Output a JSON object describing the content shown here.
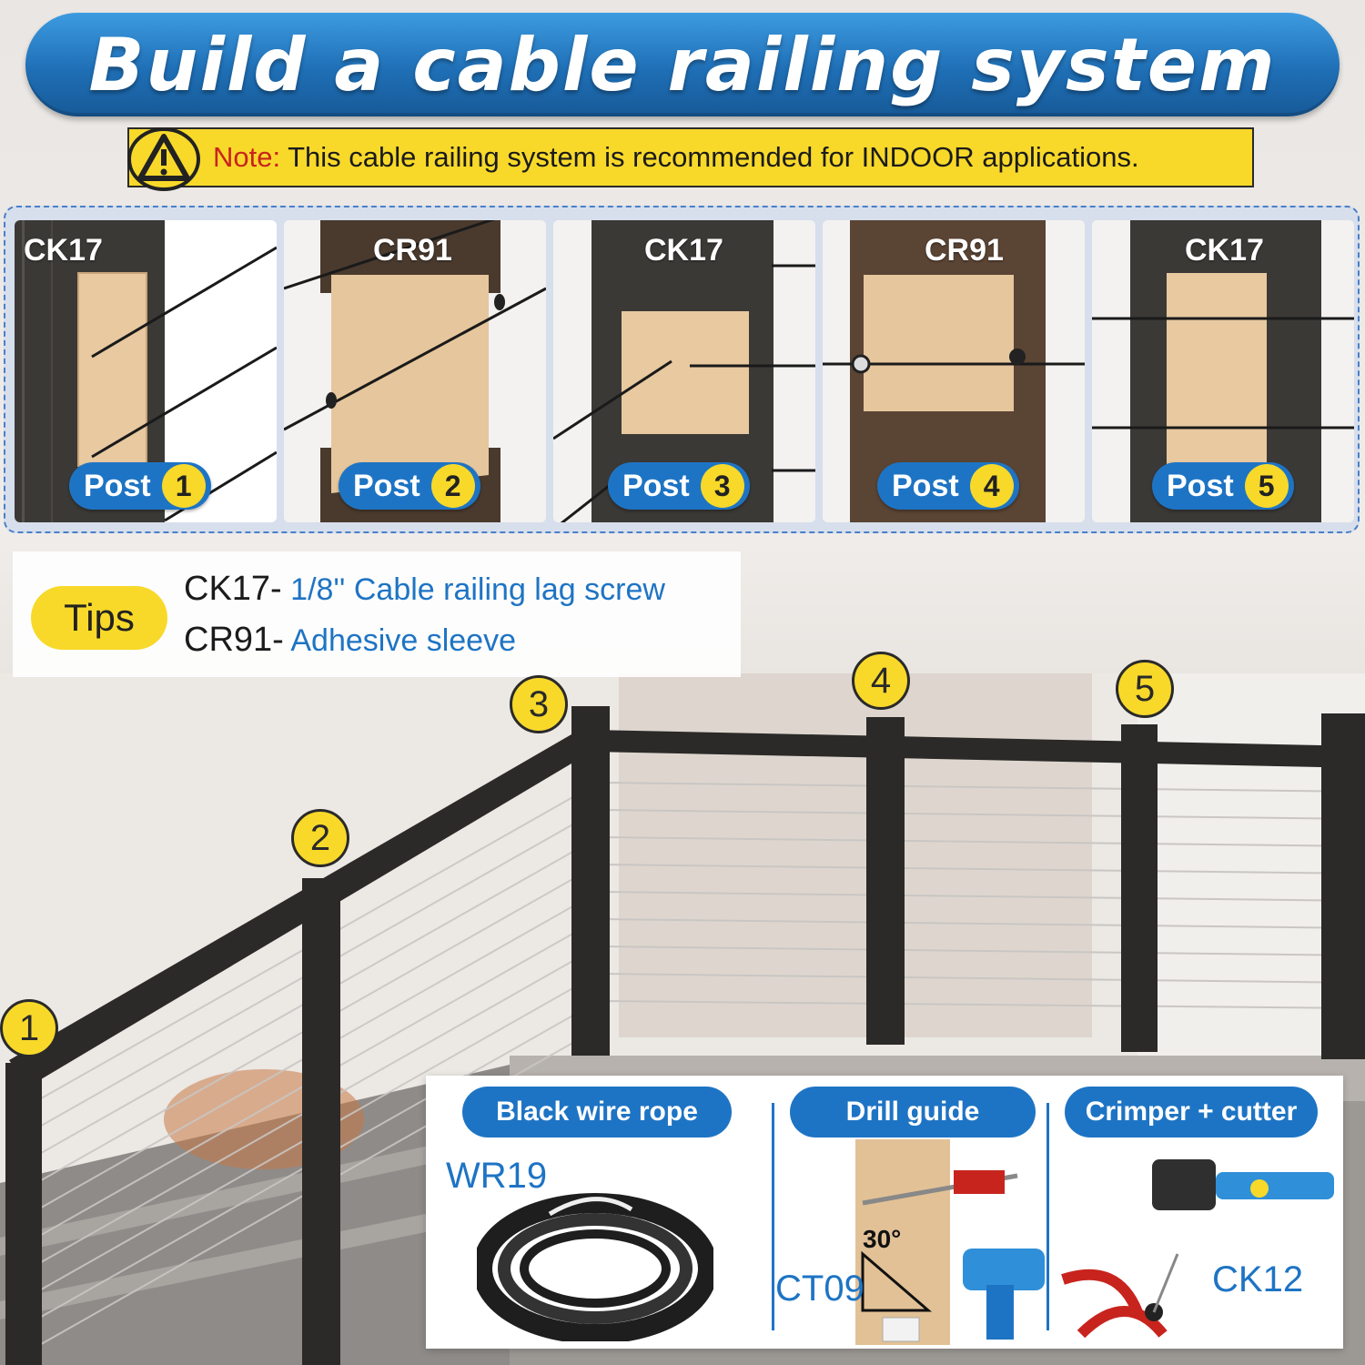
{
  "header": {
    "title": "Build a cable railing system",
    "note_label": "Note:",
    "note_text": "This cable railing system is recommended for INDOOR applications."
  },
  "posts": [
    {
      "code": "CK17",
      "label": "Post",
      "number": "1"
    },
    {
      "code": "CR91",
      "label": "Post",
      "number": "2"
    },
    {
      "code": "CK17",
      "label": "Post",
      "number": "3"
    },
    {
      "code": "CR91",
      "label": "Post",
      "number": "4"
    },
    {
      "code": "CK17",
      "label": "Post",
      "number": "5"
    }
  ],
  "tips": {
    "badge": "Tips",
    "items": [
      {
        "code": "CK17-",
        "desc": " 1/8'' Cable railing lag screw"
      },
      {
        "code": "CR91-",
        "desc": " Adhesive sleeve"
      }
    ]
  },
  "scene": {
    "markers": [
      "1",
      "2",
      "3",
      "4",
      "5"
    ]
  },
  "products": [
    {
      "title": "Black wire rope",
      "code": "WR19"
    },
    {
      "title": "Drill guide",
      "code": "CT09",
      "angle": "30°"
    },
    {
      "title": "Crimper + cutter",
      "code": "CK12"
    }
  ],
  "colors": {
    "brand_blue": "#1e74c4",
    "accent_yellow": "#f8d92a",
    "note_red": "#c8241e",
    "post_dark": "#2b2a28"
  }
}
